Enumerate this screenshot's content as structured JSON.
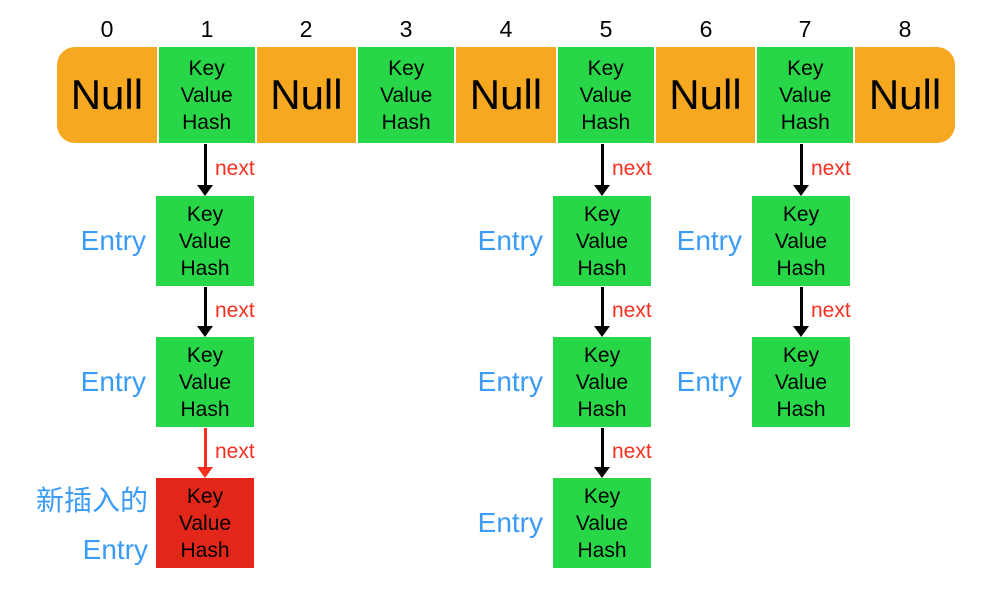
{
  "colors": {
    "orange": "#F6A821",
    "green": "#28D747",
    "red_box": "#E3261A",
    "red_accent": "#F93020",
    "blue": "#3B9CF7"
  },
  "array": {
    "indices": [
      "0",
      "1",
      "2",
      "3",
      "4",
      "5",
      "6",
      "7",
      "8"
    ],
    "cells": [
      {
        "type": "null",
        "label": "Null"
      },
      {
        "type": "entry",
        "lines": [
          "Key",
          "Value",
          "Hash"
        ]
      },
      {
        "type": "null",
        "label": "Null"
      },
      {
        "type": "entry",
        "lines": [
          "Key",
          "Value",
          "Hash"
        ]
      },
      {
        "type": "null",
        "label": "Null"
      },
      {
        "type": "entry",
        "lines": [
          "Key",
          "Value",
          "Hash"
        ]
      },
      {
        "type": "null",
        "label": "Null"
      },
      {
        "type": "entry",
        "lines": [
          "Key",
          "Value",
          "Hash"
        ]
      },
      {
        "type": "null",
        "label": "Null"
      }
    ]
  },
  "chains": [
    {
      "bucket_index": "1",
      "nodes": [
        {
          "side_label": "Entry",
          "next_label": "next",
          "lines": [
            "Key",
            "Value",
            "Hash"
          ],
          "highlight": false
        },
        {
          "side_label": "Entry",
          "next_label": "next",
          "lines": [
            "Key",
            "Value",
            "Hash"
          ],
          "highlight": false
        },
        {
          "side_label_line1": "新插入的",
          "side_label_line2": "Entry",
          "next_label": "next",
          "lines": [
            "Key",
            "Value",
            "Hash"
          ],
          "highlight": true
        }
      ]
    },
    {
      "bucket_index": "5",
      "nodes": [
        {
          "side_label": "Entry",
          "next_label": "next",
          "lines": [
            "Key",
            "Value",
            "Hash"
          ],
          "highlight": false
        },
        {
          "side_label": "Entry",
          "next_label": "next",
          "lines": [
            "Key",
            "Value",
            "Hash"
          ],
          "highlight": false
        },
        {
          "side_label": "Entry",
          "next_label": "next",
          "lines": [
            "Key",
            "Value",
            "Hash"
          ],
          "highlight": false
        }
      ]
    },
    {
      "bucket_index": "7",
      "nodes": [
        {
          "side_label": "Entry",
          "next_label": "next",
          "lines": [
            "Key",
            "Value",
            "Hash"
          ],
          "highlight": false
        },
        {
          "side_label": "Entry",
          "next_label": "next",
          "lines": [
            "Key",
            "Value",
            "Hash"
          ],
          "highlight": false
        }
      ]
    }
  ]
}
